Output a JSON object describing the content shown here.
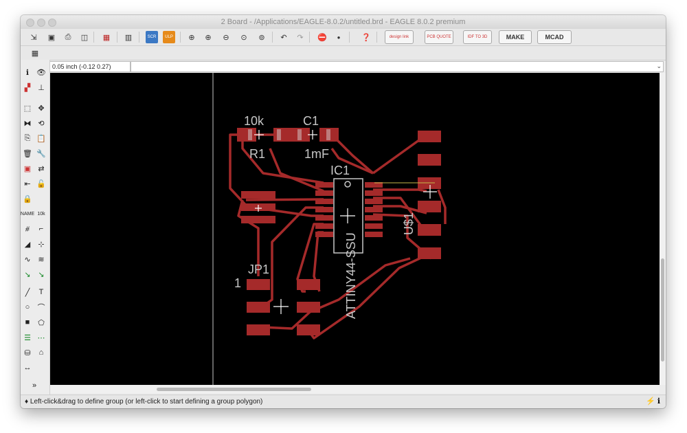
{
  "window": {
    "title": "2 Board - /Applications/EAGLE-8.0.2/untitled.brd - EAGLE 8.0.2 premium"
  },
  "toolbar": {
    "design_link_label": "design link",
    "pcb_quote_label": "PCB QUOTE",
    "idf_label": "IDF TO 3D",
    "make_label": "MAKE",
    "mcad_label": "MCAD",
    "scr_label": "SCR",
    "ulp_label": "ULP"
  },
  "coords": {
    "text": "0.05 inch (-0.12 0.27)"
  },
  "board": {
    "r1_value": "10k",
    "r1_name": "R1",
    "c1_name": "C1",
    "c1_value": "1mF",
    "ic1_name": "IC1",
    "ic1_value": "ATTINY44-SSU",
    "u1_name": "U$1",
    "jp1_name": "JP1",
    "jp1_pin1": "1"
  },
  "colors": {
    "pad": "#a52a2a",
    "trace": "#a52a2a",
    "silk": "#c7c7c7",
    "canvas": "#000000"
  },
  "status": {
    "text": "♦ Left-click&drag to define group (or left-click to start defining a group polygon)"
  }
}
